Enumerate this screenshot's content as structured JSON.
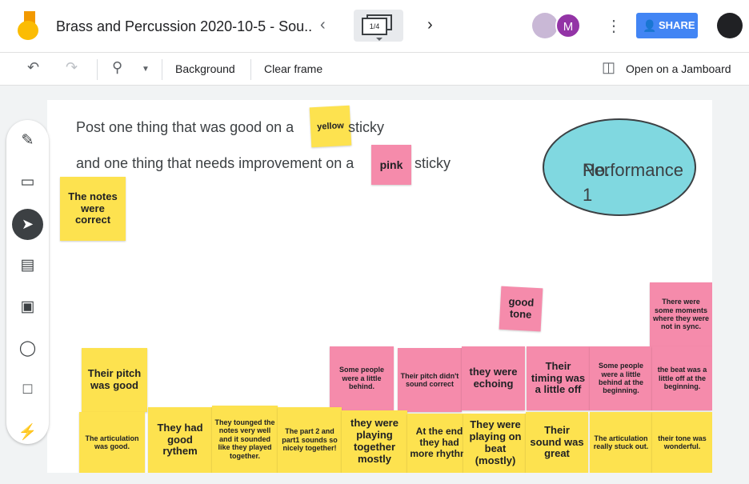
{
  "header": {
    "title": "Brass and Percussion 2020-10-5 - Sou...",
    "frame_indicator": "1/4",
    "avatar_m": "M",
    "share_label": "SHARE"
  },
  "toolbar": {
    "background_label": "Background",
    "clear_frame_label": "Clear frame",
    "open_jamboard_label": "Open on a Jamboard"
  },
  "canvas": {
    "line1_prefix": "Post one thing that was good on a",
    "line1_sticky": "yellow",
    "line1_suffix": "sticky",
    "line2_prefix": "and one thing that needs improvement on a",
    "line2_sticky": "pink",
    "line2_suffix": "sticky",
    "ellipse_line1": "Performance",
    "ellipse_line2": "No. 1",
    "stickies": [
      "The notes were correct",
      "good tone",
      "There were some moments where they were not in sync.",
      "Their pitch was good",
      "Some people were a little behind.",
      "Their pitch didn't sound correct",
      "they were echoing",
      "Their timing was a little off",
      "Some people were a little behind at the beginning.",
      "the beat was a little off at the beginning.",
      "The articulation was good.",
      "They had good rythem",
      "They tounged the notes very well and it sounded like they played together.",
      "The part 2 and part1 sounds so nicely together!",
      "they were playing together mostly",
      "At the end they had more rhythm",
      "They were playing on beat (mostly)",
      "Their sound was great",
      "The articulation really stuck out.",
      "their tone was wonderful."
    ]
  },
  "colors": {
    "yellow_sticky": "#fde24f",
    "pink_sticky": "#f58bab",
    "ellipse_fill": "#80d8e0",
    "share_button": "#4285f4"
  }
}
